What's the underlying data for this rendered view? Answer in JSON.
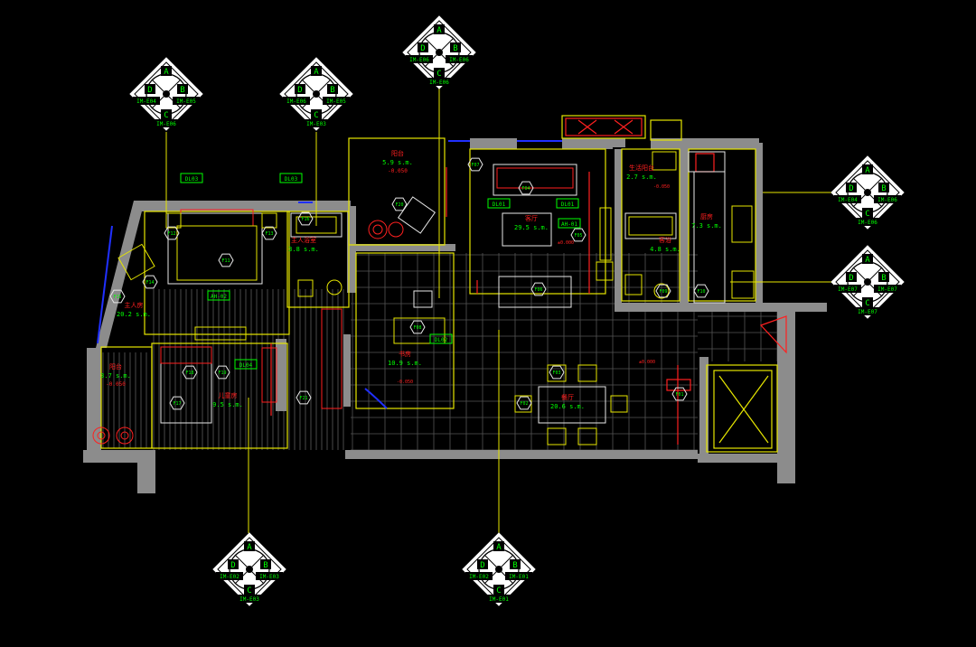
{
  "colors": {
    "background": "#000000",
    "wall": "#8c8c8c",
    "outline_yellow": "#e6e600",
    "text_green": "#00ff00",
    "accent_red": "#ff2020",
    "grid_gray": "#5a5a5a",
    "furniture_white": "#e8e8e8",
    "window_blue": "#2030ff"
  },
  "marker_letters": [
    "A",
    "B",
    "C",
    "D"
  ],
  "markers": [
    {
      "id": "top-left",
      "codes": [
        "IM-E04",
        "IM-E05",
        "IM-E06"
      ]
    },
    {
      "id": "top-mid-left",
      "codes": [
        "IM-E06",
        "IM-E05",
        "IM-E03"
      ]
    },
    {
      "id": "top-center",
      "codes": [
        "IM-E06",
        "IM-E06",
        "IM-E06"
      ]
    },
    {
      "id": "right-upper",
      "codes": [
        "IM-E04",
        "IM-E06",
        "IM-E06"
      ]
    },
    {
      "id": "right-lower",
      "codes": [
        "IM-E07",
        "IM-E07",
        "IM-E07"
      ]
    },
    {
      "id": "bottom-left",
      "codes": [
        "IM-E02",
        "IM-E03",
        "IM-E03"
      ]
    },
    {
      "id": "bottom-center",
      "codes": [
        "IM-E02",
        "IM-E01",
        "IM-E01"
      ]
    }
  ],
  "room_labels": [
    {
      "id": "balcony-top",
      "name": "阳台",
      "area": "5.9 s.m.",
      "level": "-0.050"
    },
    {
      "id": "master-bedroom",
      "name": "主人房",
      "area": "20.2 s.m."
    },
    {
      "id": "master-bath",
      "name": "主人浴室",
      "area": "3.8 s.m."
    },
    {
      "id": "living-room",
      "name": "客厅",
      "area": "29.5 s.m."
    },
    {
      "id": "guest-bath",
      "name": "客浴",
      "area": "4.8 s.m."
    },
    {
      "id": "kitchen",
      "name": "厨房",
      "area": "7.3 s.m."
    },
    {
      "id": "service-balcony",
      "name": "生活阳台",
      "area": "2.7 s.m."
    },
    {
      "id": "small-balcony",
      "name": "阳台",
      "area": "3.7 s.m.",
      "level": "-0.050"
    },
    {
      "id": "kids-room",
      "name": "儿童房",
      "area": "9.5 s.m."
    },
    {
      "id": "study",
      "name": "书房",
      "area": "10.9 s.m."
    },
    {
      "id": "dining-room",
      "name": "餐厅",
      "area": "20.6 s.m."
    }
  ],
  "tags": [
    {
      "id": "t-dl03",
      "text": "DL03"
    },
    {
      "id": "t-dl03b",
      "text": "DL03"
    },
    {
      "id": "t-ah02",
      "text": "AH-02"
    },
    {
      "id": "t-dl01",
      "text": "DL01"
    },
    {
      "id": "t-dl01b",
      "text": "DL01"
    },
    {
      "id": "t-ah01",
      "text": "AH-01"
    },
    {
      "id": "t-dl02",
      "text": "DL02"
    },
    {
      "id": "t-dl04",
      "text": "DL04"
    }
  ],
  "fixtures": [
    {
      "id": "f11",
      "text": "F11"
    },
    {
      "id": "f12",
      "text": "F12"
    },
    {
      "id": "f13",
      "text": "F13"
    },
    {
      "id": "f14",
      "text": "F14"
    },
    {
      "id": "f15",
      "text": "F15"
    },
    {
      "id": "f16",
      "text": "F16"
    },
    {
      "id": "f17",
      "text": "F17"
    },
    {
      "id": "f18",
      "text": "F18"
    },
    {
      "id": "f19",
      "text": "F19"
    },
    {
      "id": "f20",
      "text": "F20"
    },
    {
      "id": "f21",
      "text": "F21"
    },
    {
      "id": "f04",
      "text": "F04"
    },
    {
      "id": "f05",
      "text": "F05"
    },
    {
      "id": "f06",
      "text": "F06"
    },
    {
      "id": "f07",
      "text": "F07"
    },
    {
      "id": "f01",
      "text": "F01"
    },
    {
      "id": "f02",
      "text": "F02"
    },
    {
      "id": "f03",
      "text": "F03"
    },
    {
      "id": "f08",
      "text": "F08"
    },
    {
      "id": "f09",
      "text": "F09"
    },
    {
      "id": "f10",
      "text": "F10"
    }
  ],
  "levels": [
    {
      "id": "lv1",
      "text": "±0.000"
    },
    {
      "id": "lv2",
      "text": "±0.000"
    },
    {
      "id": "lv3",
      "text": "-0.050"
    },
    {
      "id": "lv4",
      "text": "-0.050"
    }
  ]
}
